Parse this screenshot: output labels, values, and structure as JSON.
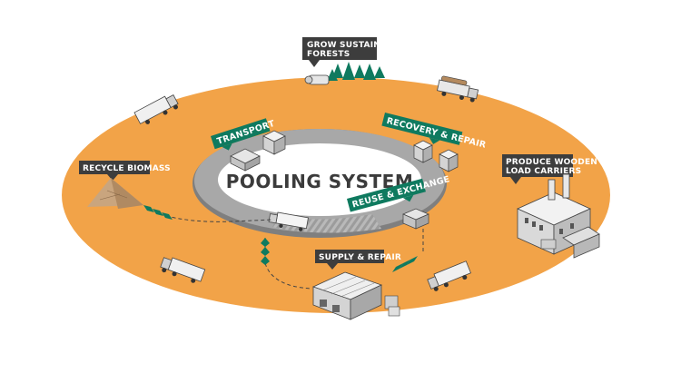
{
  "diagram": {
    "center_title": "POOLING SYSTEM",
    "callouts": {
      "forests": [
        "GROW SUSTAINABLE",
        "FORESTS"
      ],
      "produce": [
        "PRODUCE WOODEN",
        "LOAD CARRIERS"
      ],
      "recycle": "RECYCLE BIOMASS",
      "supply": "SUPPLY & REPAIR"
    },
    "inner_labels": {
      "transport": "TRANSPORT",
      "recovery": "RECOVERY & REPAIR",
      "reuse": "REUSE & EXCHANGE"
    }
  },
  "colors": {
    "orange": "#F2A348",
    "dark_label": "#3D3D3D",
    "green": "#0F7A5F",
    "ring_gray": "#A9A9A9",
    "ring_dark": "#7E7E7E"
  }
}
